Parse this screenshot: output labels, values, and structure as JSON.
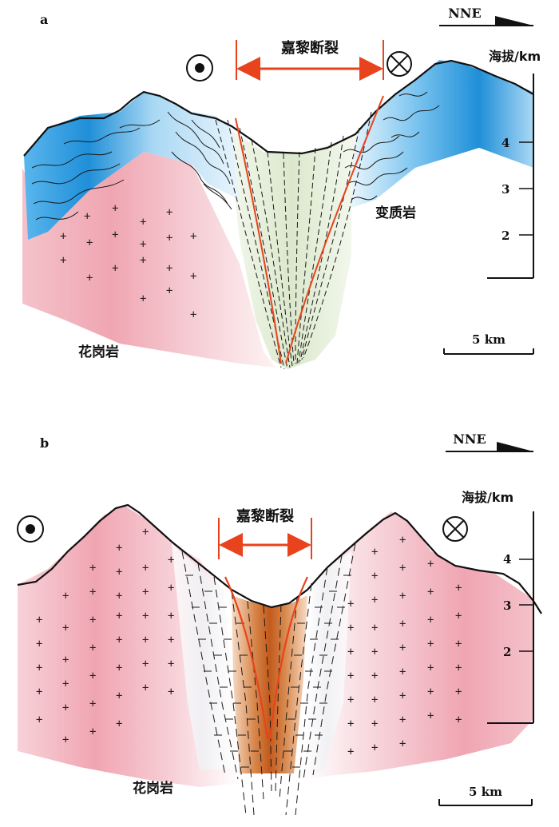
{
  "panel_a": {
    "label": "a",
    "direction": "NNE",
    "fault_label": "嘉黎断裂",
    "altitude_label": "海拔/km",
    "ticks": [
      "4",
      "3",
      "2"
    ],
    "rock_metamorphic": "变质岩",
    "rock_granite": "花岗岩",
    "scale": "5 km",
    "symbol_left": "dot-circle-icon",
    "symbol_right": "cross-circle-icon"
  },
  "panel_b": {
    "label": "b",
    "direction": "NNE",
    "fault_label": "嘉黎断裂",
    "altitude_label": "海拔/km",
    "ticks": [
      "4",
      "3",
      "2"
    ],
    "rock_granite": "花岗岩",
    "scale": "5 km",
    "symbol_left": "dot-circle-icon",
    "symbol_right": "cross-circle-icon"
  },
  "colors": {
    "fault_red": "#e8431c",
    "granite_pink": "#f2b6c0",
    "metamorphic_blue": "#1f8fd8",
    "fault_zone_brown": "#c8642a"
  }
}
